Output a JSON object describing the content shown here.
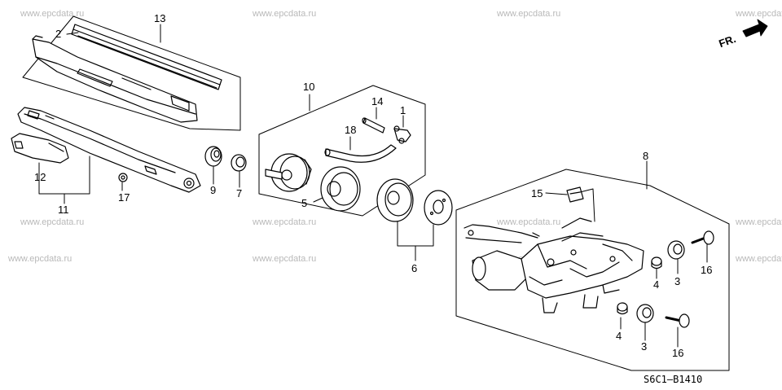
{
  "watermark": "www.epcdata.ru",
  "diagram_code": "S6C1—B1410",
  "direction_label": "FR.",
  "direction_icon": "arrow-right-icon",
  "callouts": {
    "n1": "1",
    "n2": "2",
    "n3a": "3",
    "n3b": "3",
    "n4a": "4",
    "n4b": "4",
    "n5": "5",
    "n6": "6",
    "n7": "7",
    "n8": "8",
    "n9": "9",
    "n10": "10",
    "n11": "11",
    "n12": "12",
    "n13": "13",
    "n14": "14",
    "n15": "15",
    "n16a": "16",
    "n16b": "16",
    "n17": "17",
    "n18": "18"
  }
}
